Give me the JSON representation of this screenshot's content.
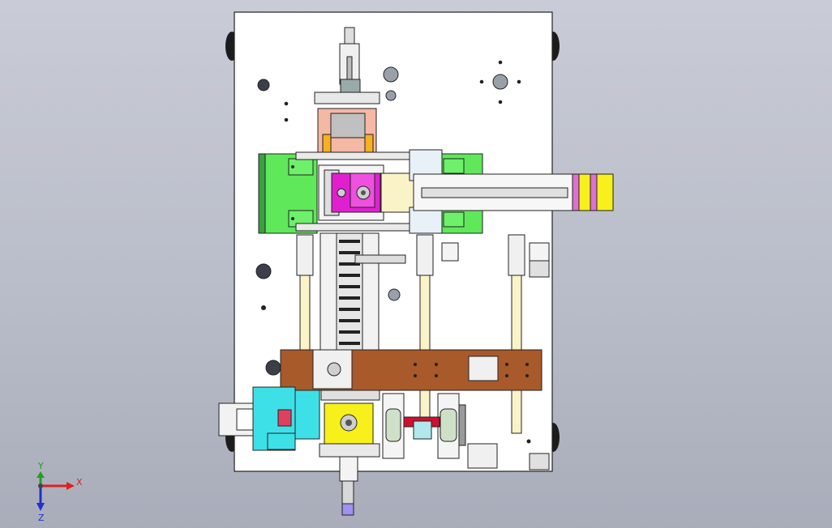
{
  "triad": {
    "x_label": "X",
    "y_label": "Y",
    "z_label": "Z",
    "x_color": "#e02020",
    "y_color": "#20a020",
    "z_color": "#2030d0"
  },
  "colors": {
    "plate": "#ffffff",
    "green_block": "#5ee85a",
    "yellow_block": "#f7f01a",
    "brown_bar": "#a85a2a",
    "cyan_block": "#3ee0e8",
    "magenta_block": "#e020d0",
    "pink_block": "#f0b0a0",
    "cream": "#fbf3c8",
    "violet": "#a090f0",
    "dark_red": "#d01030",
    "grey": "#b8b8b8"
  }
}
